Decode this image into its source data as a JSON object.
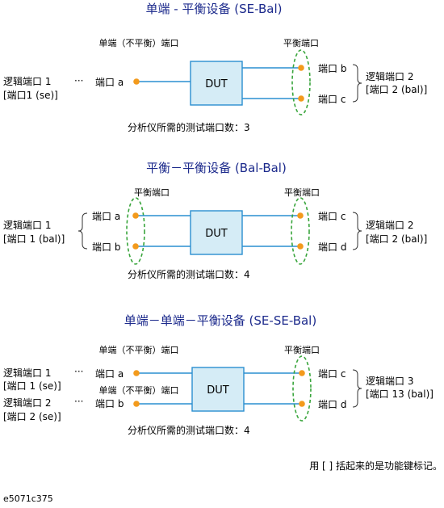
{
  "colors": {
    "title": "#1c2a8c",
    "line": "#2a8fd0",
    "dut_fill": "#d5ecf6",
    "dot": "#f39a1c",
    "ellipse": "#39a53c"
  },
  "d1": {
    "title": "单端 - 平衡设备 (SE-Bal)",
    "se_port_header": "单端（不平衡）端口",
    "bal_port_header": "平衡端口",
    "logical1": "逻辑端口 1",
    "logical1_key": "[端口1 (se)]",
    "dots": "···",
    "port_a": "端口 a",
    "dut": "DUT",
    "port_b": "端口 b",
    "port_c": "端口 c",
    "logical2": "逻辑端口 2",
    "logical2_key": "[端口  2 (bal)]",
    "count": "分析仪所需的测试端口数：3"
  },
  "d2": {
    "title": "平衡－平衡设备 (Bal-Bal)",
    "bal_header_left": "平衡端口",
    "bal_header_right": "平衡端口",
    "logical1": "逻辑端口 1",
    "logical1_key": "[端口  1 (bal)]",
    "port_a": "端口 a",
    "port_b": "端口 b",
    "dut": "DUT",
    "port_c": "端口 c",
    "port_d": "端口 d",
    "logical2": "逻辑端口 2",
    "logical2_key": "[端口  2 (bal)]",
    "count": "分析仪所需的测试端口数：4"
  },
  "d3": {
    "title": "单端－单端－平衡设备 (SE-SE-Bal)",
    "se_header_1": "单端（不平衡）端口",
    "se_header_2": "单端（不平衡）端口",
    "bal_header": "平衡端口",
    "logical1": "逻辑端口 1",
    "logical1_key": "[端口  1 (se)]",
    "logical2": "逻辑端口 2",
    "logical2_key": "[端口  2 (se)]",
    "dots1": "···",
    "dots2": "···",
    "port_a": "端口 a",
    "port_b": "端口 b",
    "dut": "DUT",
    "port_c": "端口 c",
    "port_d": "端口 d",
    "logical3": "逻辑端口 3",
    "logical3_key": "[端口  13 (bal)]",
    "count": "分析仪所需的测试端口数：4"
  },
  "note": "用 [ ] 括起来的是功能键标记。",
  "figure_id": "e5071c375"
}
